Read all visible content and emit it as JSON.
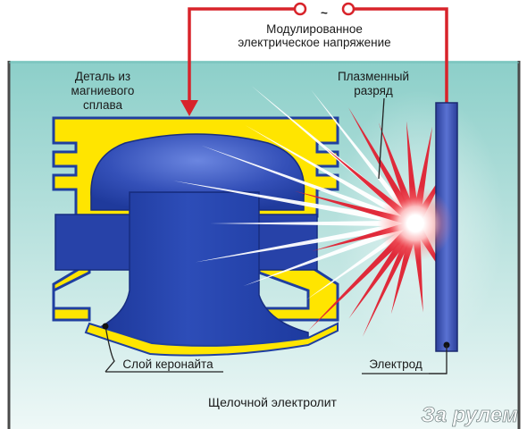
{
  "labels": {
    "power_supply_line1": "Модулированное",
    "power_supply_line2": "электрическое напряжение",
    "tilde": "~",
    "part_line1": "Деталь из",
    "part_line2": "магниевого",
    "part_line3": "сплава",
    "plasma_line1": "Плазменный",
    "plasma_line2": "разряд",
    "coating": "Слой керонайта",
    "electrode": "Электрод",
    "electrolyte": "Щелочной электролит",
    "watermark": "За рулем"
  },
  "colors": {
    "electrolyte_top": "#8fd2cd",
    "electrolyte_bottom": "#e9f7f5",
    "tank_wall": "#4a4a4a",
    "wire": "#d8232a",
    "coating_yellow": "#ffe500",
    "part_blue": "#1f3fa0",
    "part_blue_light": "#5a74d6",
    "electrode_blue": "#3a52b5",
    "ray_red": "#e02030"
  }
}
